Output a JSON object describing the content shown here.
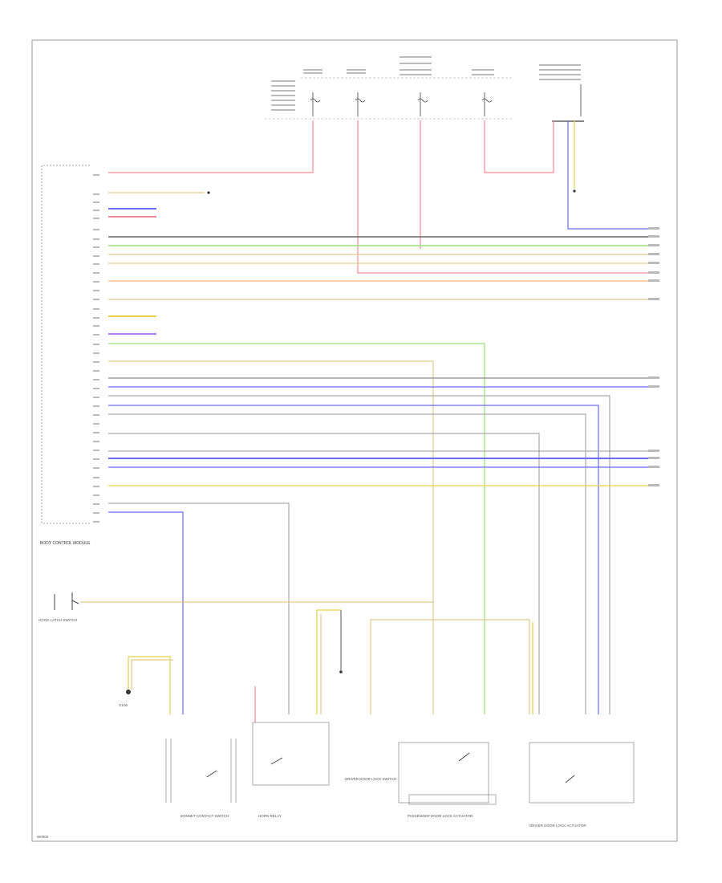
{
  "colors": {
    "background": "#ffffff",
    "frame": "#9a9a9a",
    "wire_red": "#f08a95",
    "wire_blue": "#6b6bf5",
    "wire_gray": "#8a8a8a",
    "wire_green": "#9be07a",
    "wire_tan": "#e2c98e",
    "wire_yellow": "#e6d24a",
    "wire_purple": "#b07aff",
    "wire_orange": "#f3b38a",
    "wire_darkgray": "#666666"
  },
  "labels": {
    "module": "BODY CONTROL MODULE",
    "ground_near": "G106",
    "bottom_left_code": "W0000"
  },
  "components": [
    "HOOD LATCH SWITCH",
    "BONNET CONTACT SWITCH",
    "HORN RELAY",
    "DRIVER DOOR LOCK SWITCH",
    "PASSENGER DOOR LOCK ACTUATOR",
    "DRIVER DOOR LOCK ACTUATOR"
  ]
}
